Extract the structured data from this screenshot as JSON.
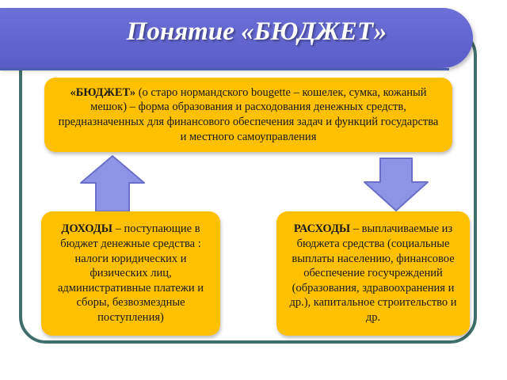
{
  "title": "Понятие «БЮДЖЕТ»",
  "budget_box": {
    "term": "«БЮДЖЕТ»",
    "text": " (о старо нормандского bougette – кошелек, сумка, кожаный мешок) – форма образования и расходования денежных средств, предназначенных для финансового обеспечения задач и функций государства и местного самоуправления"
  },
  "income_box": {
    "term": "ДОХОДЫ",
    "text": " – поступающие в бюджет денежные средства : налоги юридических и физических лиц, административные платежи и сборы, безвозмездные поступления)"
  },
  "expense_box": {
    "term": "РАСХОДЫ",
    "text": " – выплачиваемые из бюджета средства (социальные выплаты населению, финансовое обеспечение госучреждений (образования, здравоохранения и др.), капитальное строительство и др."
  },
  "colors": {
    "banner": "#5a5cc8",
    "box_fill": "#ffc000",
    "arrow_fill": "#8f93e6",
    "frame": "#3f6f6a"
  }
}
